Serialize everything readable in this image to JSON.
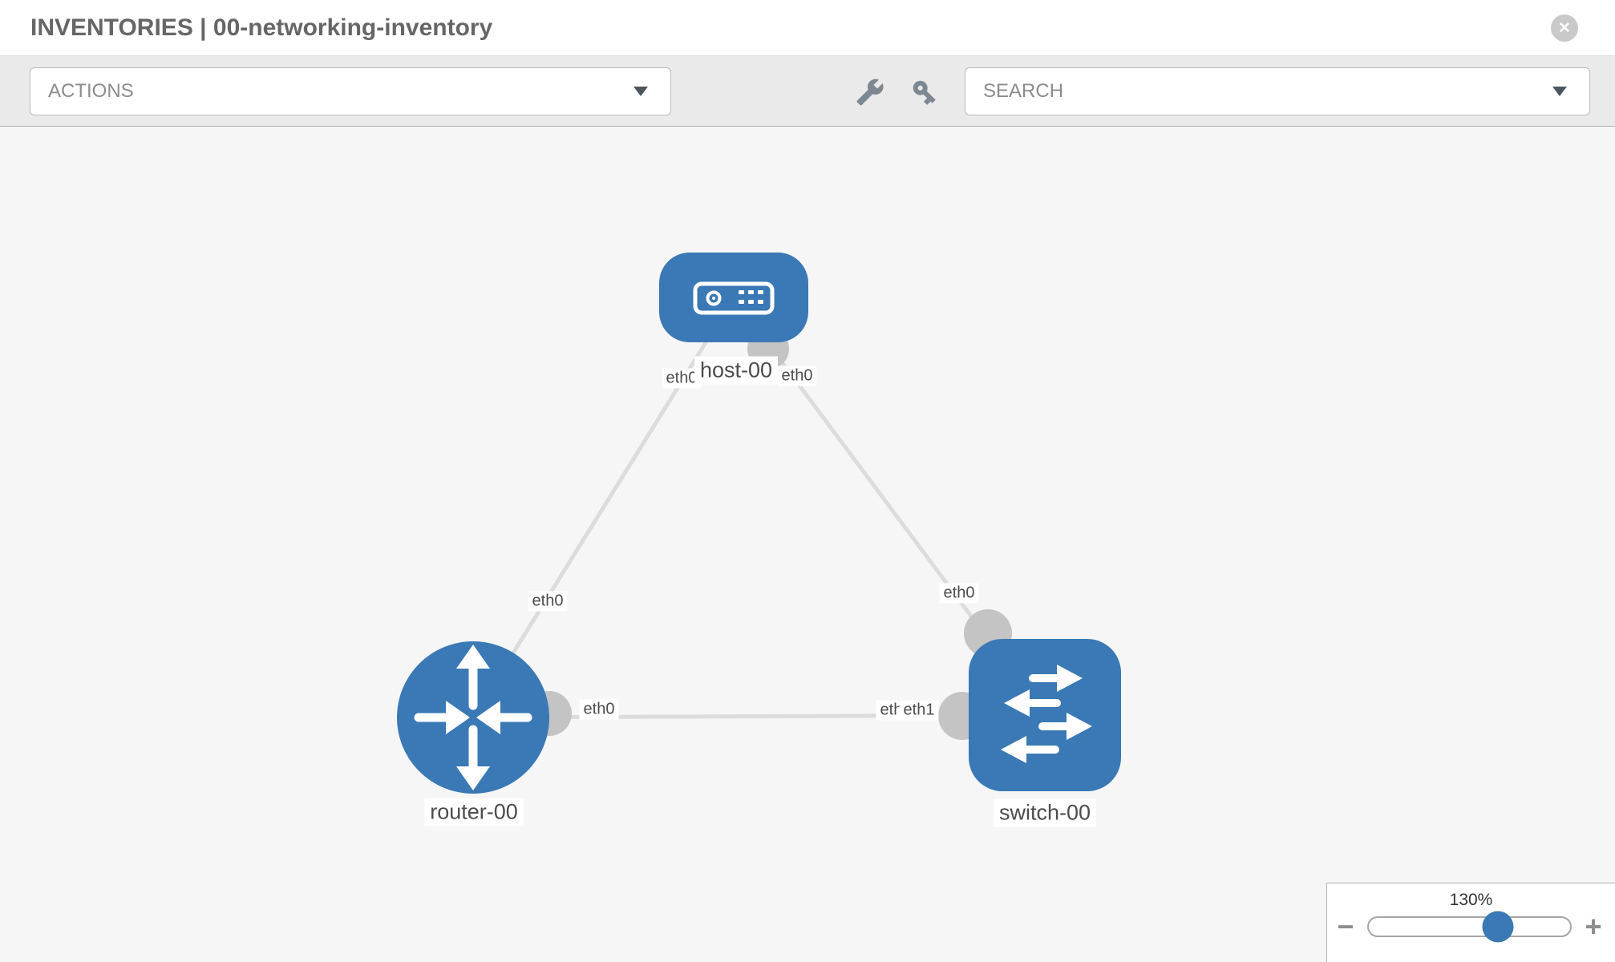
{
  "header": {
    "title": "INVENTORIES | 00-networking-inventory",
    "close_glyph": "✕"
  },
  "toolbar": {
    "actions_dropdown": {
      "value": "ACTIONS"
    },
    "search_dropdown": {
      "value": "SEARCH"
    },
    "wrench_icon": "wrench",
    "key_icon": "key"
  },
  "topology": {
    "nodes": [
      {
        "id": "host-00",
        "label": "host-00",
        "type": "host",
        "shape": "rounded-rect"
      },
      {
        "id": "router-00",
        "label": "router-00",
        "type": "router",
        "shape": "circle"
      },
      {
        "id": "switch-00",
        "label": "switch-00",
        "type": "switch",
        "shape": "rounded-square"
      }
    ],
    "links": [
      {
        "from": "host-00",
        "to": "router-00",
        "from_interface": "eth0",
        "to_interface": "eth0"
      },
      {
        "from": "host-00",
        "to": "switch-00",
        "from_interface": "eth0",
        "to_interface": "eth0"
      },
      {
        "from": "router-00",
        "to": "switch-00",
        "from_interface": "eth0",
        "to_interface": "eth1"
      }
    ]
  },
  "zoom_control": {
    "value": "130%",
    "decrease_label": "−",
    "increase_label": "+"
  },
  "colors": {
    "node_blue": "#3a79b5",
    "connector_gray": "#c4c4c4",
    "edge_gray": "#dcdcdc",
    "label_text": "#4c4c4c",
    "title_gray": "#666666",
    "toolbar_icon_gray": "#7d8892"
  }
}
